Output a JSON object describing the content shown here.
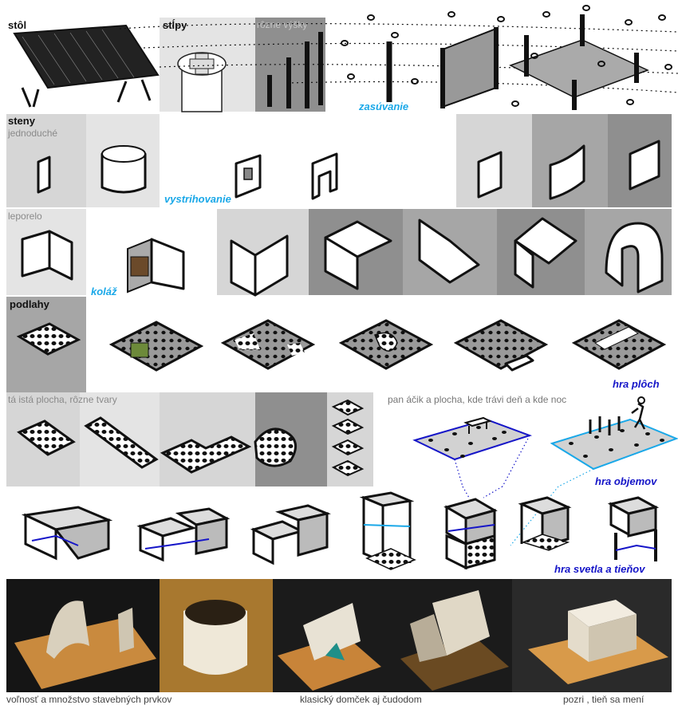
{
  "labels": {
    "stol": "stôl",
    "stlpy": "stĺpy",
    "rozne_vysky": "rôzne výšky",
    "zasuvanie": "zasúvanie",
    "steny": "steny",
    "jednoduche": "jednoduché",
    "vystrihovanie": "vystrihovanie",
    "leporelo": "leporelo",
    "kolaz": "koláž",
    "podlahy": "podlahy",
    "hra_ploch": "hra plôch",
    "ta_ista_plocha": "tá istá plocha, rôzne tvary",
    "panacik": "pan áčik a plocha, kde trávi deň a kde noc",
    "hra_objemov": "hra objemov",
    "hra_svetla": "hra svetla  a tieňov"
  },
  "captions": {
    "c1": "voľnosť a množstvo stavebných prvkov",
    "c2": "klasický domček aj čudodom",
    "c3": "pozri , tieň sa mení"
  },
  "colors": {
    "cyan": "#1aa8e8",
    "navy": "#1515c8"
  }
}
